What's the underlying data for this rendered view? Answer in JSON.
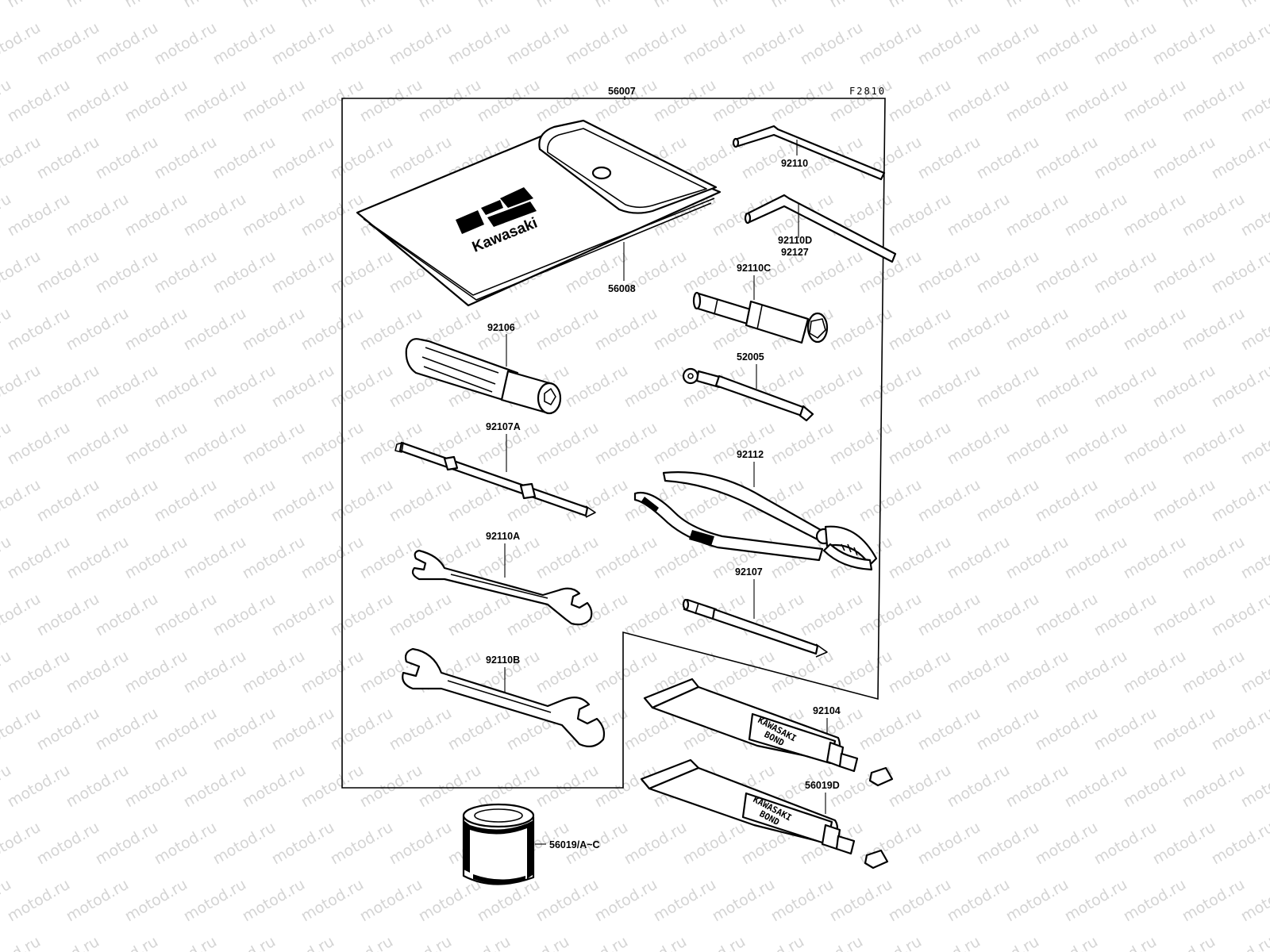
{
  "figure_code": "F2810",
  "brand": {
    "name": "Kawasaki"
  },
  "tube_text": {
    "line1": "KAWASAKI",
    "line2": "BOND"
  },
  "watermark_text": "motod.ru",
  "labels": {
    "p56007": "56007",
    "p56008": "56008",
    "p92110": "92110",
    "p92110D": "92110D",
    "p92127": "92127",
    "p92110C": "92110C",
    "p92106": "92106",
    "p52005": "52005",
    "p92107A": "92107A",
    "p92112": "92112",
    "p92110A": "92110A",
    "p92107": "92107",
    "p92110B": "92110B",
    "p92104": "92104",
    "p56019D": "56019D",
    "p56019": "56019/A~C"
  }
}
